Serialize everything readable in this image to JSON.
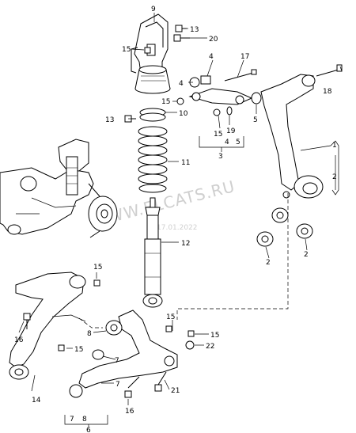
{
  "watermark": {
    "site": "WWW.ELCATS.RU",
    "date": "17.01.2022"
  },
  "callouts": {
    "n9": "9",
    "n13a": "13",
    "n20": "20",
    "n15a": "15",
    "n4a": "4",
    "n17": "17",
    "n1": "1",
    "n18": "18",
    "n4b": "4",
    "n15b": "15",
    "n10": "10",
    "n5a": "5",
    "n13b": "13",
    "n15c": "15",
    "n19": "19",
    "n3": "3",
    "n4c": "4",
    "n5b": "5",
    "n11": "11",
    "n2a": "2",
    "n12": "12",
    "n2b": "2",
    "n2c": "2",
    "n15d": "15",
    "n16a": "16",
    "n8a": "8",
    "n15e": "15",
    "n14": "14",
    "n7a": "7",
    "n15f": "15",
    "n15g": "15",
    "n22": "22",
    "n7b": "7",
    "n21": "21",
    "n16b": "16",
    "n7c": "7",
    "n8b": "8",
    "n6": "6"
  }
}
